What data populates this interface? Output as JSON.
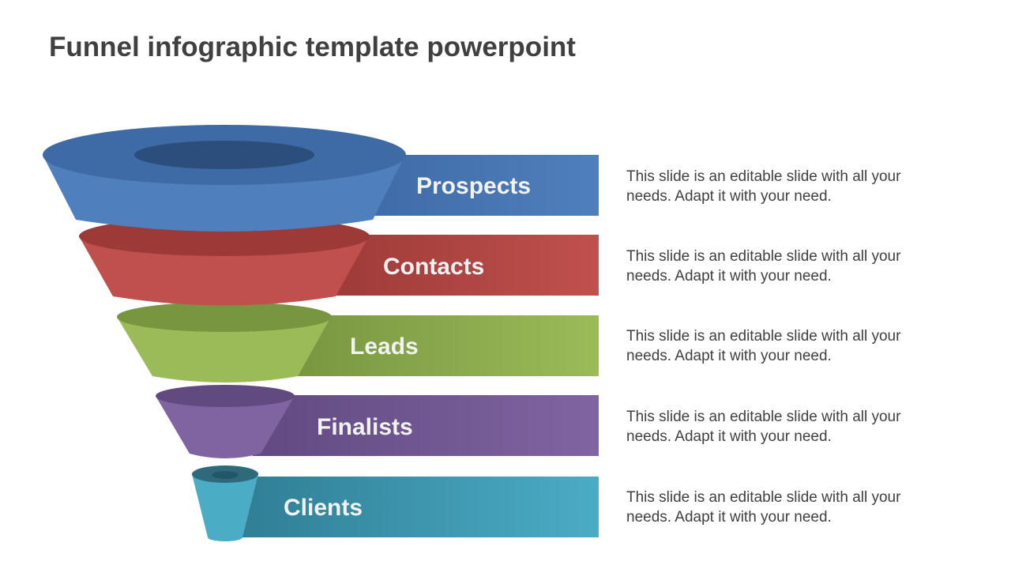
{
  "title": "Funnel infographic template powerpoint",
  "stages": [
    {
      "label": "Prospects",
      "description": "This slide is an editable slide with all your needs. Adapt  it with your need.",
      "color": "#4f7fbd",
      "dark": "#3e6aa6",
      "inner": "#2c4e7c"
    },
    {
      "label": "Contacts",
      "description": "This slide is an editable slide with all your needs. Adapt  it with your need.",
      "color": "#c0504d",
      "dark": "#9b3a37",
      "inner": "#9b3a37"
    },
    {
      "label": "Leads",
      "description": "This slide is an editable slide with all your needs. Adapt  it with your need.",
      "color": "#9bbb59",
      "dark": "#78953f",
      "inner": "#78953f"
    },
    {
      "label": "Finalists",
      "description": "This slide is an editable slide with all your needs. Adapt  it with your need.",
      "color": "#8064a2",
      "dark": "#614a80",
      "inner": "#614a80"
    },
    {
      "label": "Clients",
      "description": "This slide is an editable slide with all your needs. Adapt  it with your need.",
      "color": "#4bacc6",
      "dark": "#2f7d93",
      "inner": "#2f6a7c"
    }
  ]
}
